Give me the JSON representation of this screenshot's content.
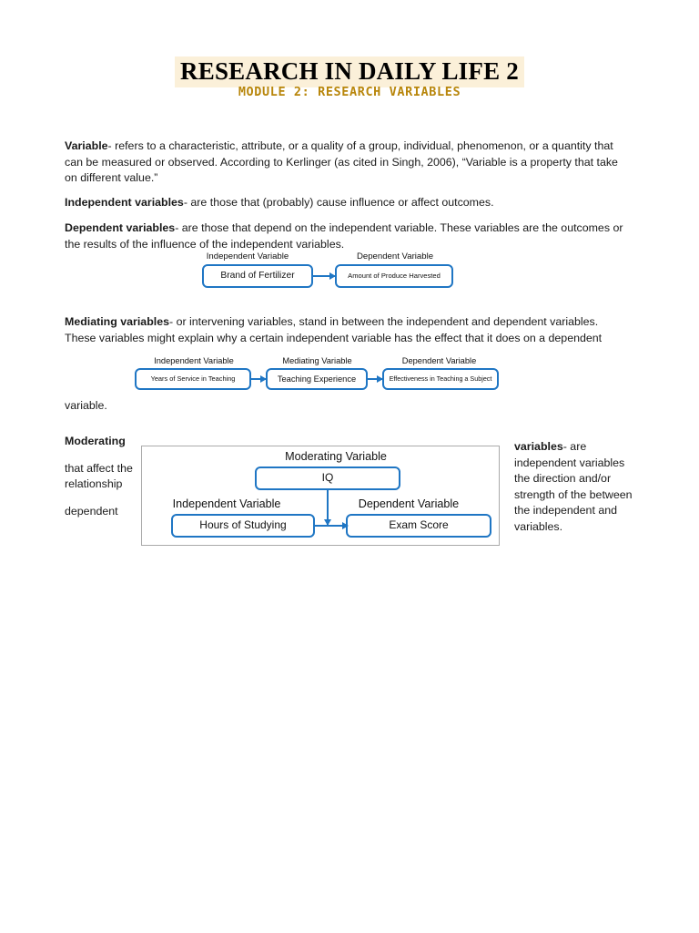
{
  "header": {
    "title": "RESEARCH IN DAILY LIFE 2",
    "subtitle": "MODULE 2: RESEARCH VARIABLES",
    "title_highlight_color": "#fbf0d9",
    "subtitle_color": "#b8860b"
  },
  "colors": {
    "box_border": "#1f76c4",
    "arrow": "#1f76c4",
    "frame_border": "#aaaaaa",
    "text": "#1a1a1a"
  },
  "paragraphs": {
    "variable": {
      "term": "Variable",
      "body": "- refers to a characteristic, attribute, or a quality of a group, individual, phenomenon, or a quantity that can be measured or observed. According to Kerlinger (as cited in Singh, 2006), “Variable is a property that take on different value.”"
    },
    "independent": {
      "term": "Independent variables",
      "body": "- are those that (probably) cause influence or affect outcomes."
    },
    "dependent": {
      "term": "Dependent variables",
      "body": "- are those that depend on the independent variable. These variables are the outcomes or the results of the influence of the independent variables."
    },
    "mediating": {
      "term": "Mediating variables",
      "body": "- or intervening variables, stand in between the independent and dependent variables. These variables might explain why a certain independent variable has the effect that it does on a dependent"
    },
    "mediating_continuation": "variable.",
    "moderating_left": {
      "lead": "Moderating",
      "middle": "that affect the relationship",
      "tail": "dependent"
    },
    "moderating_right": {
      "term": "variables",
      "body": "- are independent variables the direction and/or strength of the between the independent and variables."
    }
  },
  "diagram_ivdv": {
    "label_independent": "Independent Variable",
    "label_dependent": "Dependent Variable",
    "box_independent": "Brand of Fertilizer",
    "box_dependent": "Amount of Produce Harvested"
  },
  "diagram_mediating": {
    "label_independent": "Independent Variable",
    "label_mediating": "Mediating Variable",
    "label_dependent": "Dependent Variable",
    "box_independent": "Years of Service in Teaching",
    "box_mediating": "Teaching Experience",
    "box_dependent": "Effectiveness in Teaching a Subject"
  },
  "diagram_moderating": {
    "label_moderating": "Moderating Variable",
    "label_independent": "Independent Variable",
    "label_dependent": "Dependent Variable",
    "box_moderating": "IQ",
    "box_independent": "Hours of Studying",
    "box_dependent": "Exam Score"
  }
}
